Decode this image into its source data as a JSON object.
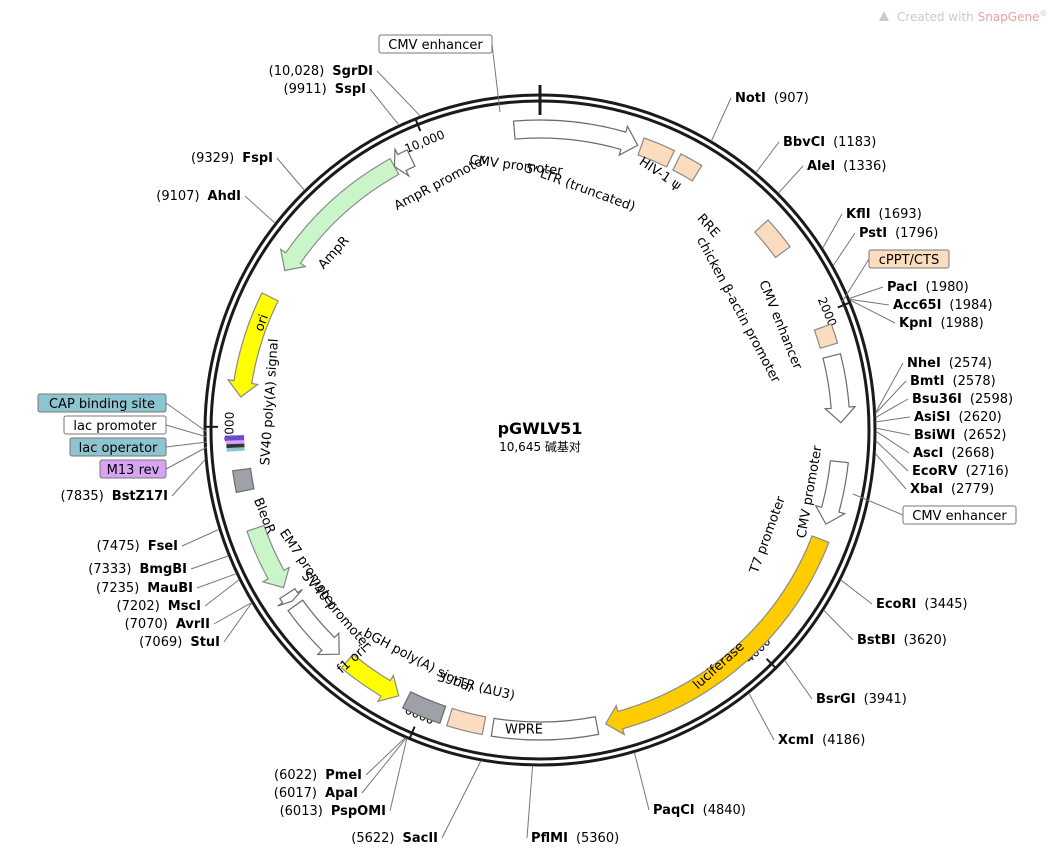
{
  "plasmid": {
    "name": "pGWLV51",
    "size_label": "10,645 碱基对",
    "length": 10645
  },
  "watermark": {
    "prefix": "Created with ",
    "brand": "SnapGene",
    "reg": "®"
  },
  "colors": {
    "backbone": "#1a1a1a",
    "promoter": "#ffffff",
    "ltr": "#fbdcbf",
    "ampr": "#c9f5c9",
    "ori": "#ffff00",
    "polyA": "#9ea2a8",
    "luciferase": "#ffcc00",
    "bleor": "#c9f5c9",
    "cap": "#8ec4d0",
    "m13": "#d8a3f2",
    "lacop": "#8ec4d0"
  },
  "ticks": [
    {
      "bp": 0,
      "label": ""
    },
    {
      "bp": 2000,
      "label": "2000"
    },
    {
      "bp": 4000,
      "label": "4000"
    },
    {
      "bp": 6000,
      "label": "6000"
    },
    {
      "bp": 8000,
      "label": "8000"
    },
    {
      "bp": 10000,
      "label": "10,000"
    }
  ],
  "features": [
    {
      "name": "CMV promoter",
      "start": 10500,
      "end": 560,
      "dir": 1,
      "style": "promoter",
      "label": "CMV promoter"
    },
    {
      "name": "5' LTR (truncated)",
      "start": 580,
      "end": 760,
      "dir": 0,
      "style": "ltr",
      "label": "5' LTR (truncated)"
    },
    {
      "name": "HIV-1 psi",
      "start": 800,
      "end": 930,
      "dir": 0,
      "style": "ltr",
      "label": "HIV-1 ψ"
    },
    {
      "name": "RRE",
      "start": 1400,
      "end": 1590,
      "dir": 0,
      "style": "ltr",
      "label": "RRE"
    },
    {
      "name": "cPPT/CTS",
      "start": 2070,
      "end": 2180,
      "dir": 0,
      "style": "ltr",
      "label": "cPPT/CTS"
    },
    {
      "name": "CMV enhancer",
      "start": 2240,
      "end": 2620,
      "dir": 1,
      "style": "promoter",
      "label": "CMV enhancer"
    },
    {
      "name": "CMV promoter 2",
      "start": 2840,
      "end": 3200,
      "dir": 1,
      "style": "promoter",
      "label": "CMV promoter"
    },
    {
      "name": "luciferase",
      "start": 3290,
      "end": 4950,
      "dir": 1,
      "style": "luciferase",
      "label": "luciferase"
    },
    {
      "name": "WPRE",
      "start": 5000,
      "end": 5590,
      "dir": 0,
      "style": "promoter",
      "label": "WPRE"
    },
    {
      "name": "3' LTR (dU3)",
      "start": 5640,
      "end": 5840,
      "dir": 0,
      "style": "ltr",
      "label": "3' LTR (ΔU3)"
    },
    {
      "name": "bGH polyA",
      "start": 5880,
      "end": 6100,
      "dir": 0,
      "style": "polyA",
      "label": "bGH poly(A) signal"
    },
    {
      "name": "f1 ori",
      "start": 6150,
      "end": 6500,
      "dir": -1,
      "style": "ori",
      "label": "f1 ori"
    },
    {
      "name": "SV40 promoter",
      "start": 6560,
      "end": 6930,
      "dir": -1,
      "style": "promoter",
      "label": "SV40 promoter"
    },
    {
      "name": "EM7 promoter",
      "start": 6960,
      "end": 7010,
      "dir": -1,
      "style": "promoter",
      "label": "EM7 promoter"
    },
    {
      "name": "BleoR",
      "start": 7050,
      "end": 7420,
      "dir": -1,
      "style": "bleor",
      "label": "BleoR"
    },
    {
      "name": "SV40 polyA",
      "start": 7640,
      "end": 7760,
      "dir": 0,
      "style": "polyA",
      "label": "SV40 poly(A) signal"
    },
    {
      "name": "ori",
      "start": 8170,
      "end": 8760,
      "dir": -1,
      "style": "ori",
      "label": "ori"
    },
    {
      "name": "AmpR",
      "start": 8930,
      "end": 9790,
      "dir": -1,
      "style": "ampr",
      "label": "AmpR"
    },
    {
      "name": "AmpR promoter",
      "start": 9790,
      "end": 9895,
      "dir": -1,
      "style": "promoter",
      "label": "AmpR promoter"
    }
  ],
  "sites": [
    {
      "name": "NotI",
      "pos": "(907)",
      "side": "right"
    },
    {
      "name": "BbvCI",
      "pos": "(1183)",
      "side": "right"
    },
    {
      "name": "AleI",
      "pos": "(1336)",
      "side": "right"
    },
    {
      "name": "KflI",
      "pos": "(1693)",
      "side": "right"
    },
    {
      "name": "PstI",
      "pos": "(1796)",
      "side": "right"
    },
    {
      "name": "PacI",
      "pos": "(1980)",
      "side": "right"
    },
    {
      "name": "Acc65I",
      "pos": "(1984)",
      "side": "right"
    },
    {
      "name": "KpnI",
      "pos": "(1988)",
      "side": "right"
    },
    {
      "name": "NheI",
      "pos": "(2574)",
      "side": "right"
    },
    {
      "name": "BmtI",
      "pos": "(2578)",
      "side": "right"
    },
    {
      "name": "Bsu36I",
      "pos": "(2598)",
      "side": "right"
    },
    {
      "name": "AsiSI",
      "pos": "(2620)",
      "side": "right"
    },
    {
      "name": "BsiWI",
      "pos": "(2652)",
      "side": "right"
    },
    {
      "name": "AscI",
      "pos": "(2668)",
      "side": "right"
    },
    {
      "name": "EcoRV",
      "pos": "(2716)",
      "side": "right"
    },
    {
      "name": "XbaI",
      "pos": "(2779)",
      "side": "right"
    },
    {
      "name": "EcoRI",
      "pos": "(3445)",
      "side": "right"
    },
    {
      "name": "BstBI",
      "pos": "(3620)",
      "side": "right"
    },
    {
      "name": "BsrGI",
      "pos": "(3941)",
      "side": "right"
    },
    {
      "name": "XcmI",
      "pos": "(4186)",
      "side": "right"
    },
    {
      "name": "PaqCI",
      "pos": "(4840)",
      "side": "right"
    },
    {
      "name": "PflMI",
      "pos": "(5360)",
      "side": "right"
    },
    {
      "name": "SacII",
      "pos": "(5622)",
      "side": "left"
    },
    {
      "name": "PspOMI",
      "pos": "(6013)",
      "side": "left"
    },
    {
      "name": "ApaI",
      "pos": "(6017)",
      "side": "left"
    },
    {
      "name": "PmeI",
      "pos": "(6022)",
      "side": "left"
    },
    {
      "name": "StuI",
      "pos": "(7069)",
      "side": "left"
    },
    {
      "name": "AvrII",
      "pos": "(7070)",
      "side": "left"
    },
    {
      "name": "MscI",
      "pos": "(7202)",
      "side": "left"
    },
    {
      "name": "MauBI",
      "pos": "(7235)",
      "side": "left"
    },
    {
      "name": "BmgBI",
      "pos": "(7333)",
      "side": "left"
    },
    {
      "name": "FseI",
      "pos": "(7475)",
      "side": "left"
    },
    {
      "name": "BstZ17I",
      "pos": "(7835)",
      "side": "left"
    },
    {
      "name": "AhdI",
      "pos": "(9107)",
      "side": "left"
    },
    {
      "name": "FspI",
      "pos": "(9329)",
      "side": "left"
    },
    {
      "name": "SspI",
      "pos": "(9911)",
      "side": "left"
    },
    {
      "name": "SgrDI",
      "pos": "(10,028)",
      "side": "left"
    }
  ],
  "boxed_labels": [
    {
      "text": "CMV enhancer",
      "style": "white"
    },
    {
      "text": "cPPT/CTS",
      "style": "ltr"
    },
    {
      "text": "CMV enhancer",
      "style": "white"
    },
    {
      "text": "CAP binding site",
      "style": "cap"
    },
    {
      "text": "lac promoter",
      "style": "white"
    },
    {
      "text": "lac operator",
      "style": "cap"
    },
    {
      "text": "M13 rev",
      "style": "m13"
    }
  ],
  "inner_labels": [
    {
      "text": "CMV promoter"
    },
    {
      "text": "5' LTR (truncated)"
    },
    {
      "text": "HIV-1 ψ"
    },
    {
      "text": "RRE"
    },
    {
      "text": "chicken β-actin promoter"
    },
    {
      "text": "CMV enhancer"
    },
    {
      "text": "CMV promoter"
    },
    {
      "text": "T7 promoter"
    },
    {
      "text": "luciferase"
    },
    {
      "text": "WPRE"
    },
    {
      "text": "3' LTR (ΔU3)"
    },
    {
      "text": "bGH poly(A) signal"
    },
    {
      "text": "f1 ori"
    },
    {
      "text": "SV40 promoter"
    },
    {
      "text": "EM7 promoter"
    },
    {
      "text": "BleoR"
    },
    {
      "text": "SV40 poly(A) signal"
    },
    {
      "text": "ori"
    },
    {
      "text": "AmpR"
    },
    {
      "text": "AmpR promoter"
    }
  ]
}
